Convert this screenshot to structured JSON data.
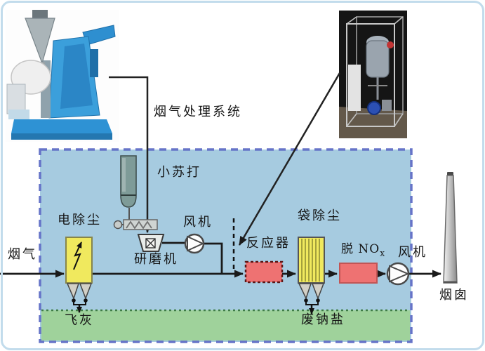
{
  "labels": {
    "system_title": "烟气处理系统",
    "flue_gas_in": "烟气",
    "baking_soda": "小苏打",
    "esp": "电除尘",
    "grinder": "研磨机",
    "fan1": "风机",
    "reactor": "反应器",
    "bag_filter": "袋除尘",
    "denox_main": "脱 NO",
    "denox_sub": "x",
    "fan2": "风机",
    "chimney": "烟囱",
    "fly_ash": "飞灰",
    "waste_sodium_salt": "废钠盐"
  },
  "colors": {
    "system_boundary_fill": "#a6cbe0",
    "system_boundary_border": "#6674c8",
    "solids_zone_fill": "#9fd29b",
    "solids_zone_border": "#3f7d46",
    "esp_fill": "#f0e95e",
    "bag_filter_fill": "#f0e95e",
    "reactor_fill": "#ee7272",
    "denox_fill": "#ee7272",
    "silo_fill": "#7e9b98",
    "line_color": "#1a1a1a"
  }
}
